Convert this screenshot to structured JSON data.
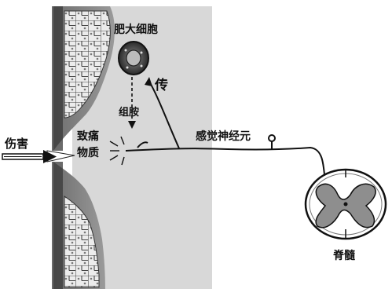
{
  "labels": {
    "mast_cell": "肥大细胞",
    "transmit": "传",
    "histamine": "组胺",
    "pain_substance_line1": "致痛",
    "pain_substance_line2": "物质",
    "injury": "伤害",
    "sensory_neuron": "感觉神经元",
    "spinal_cord": "脊髓"
  }
}
